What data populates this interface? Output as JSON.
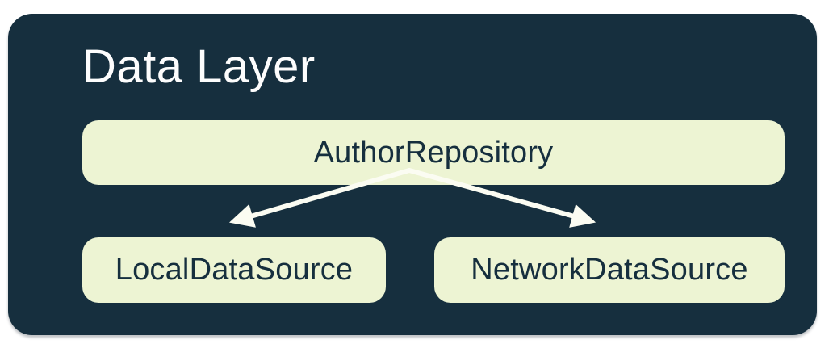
{
  "colors": {
    "page-bg": "#ffffff",
    "panel-bg": "#162f3e",
    "node-bg": "#edf4d3",
    "node-text": "#162f3e",
    "title-text": "#fdfdfd",
    "arrow": "#fbfcf2"
  },
  "diagram": {
    "title": "Data Layer",
    "nodes": [
      {
        "id": "author-repository",
        "label": "AuthorRepository"
      },
      {
        "id": "local-data-source",
        "label": "LocalDataSource"
      },
      {
        "id": "network-data-source",
        "label": "NetworkDataSource"
      }
    ],
    "edges": [
      {
        "from": "AuthorRepository",
        "to": "LocalDataSource"
      },
      {
        "from": "AuthorRepository",
        "to": "NetworkDataSource"
      }
    ]
  }
}
